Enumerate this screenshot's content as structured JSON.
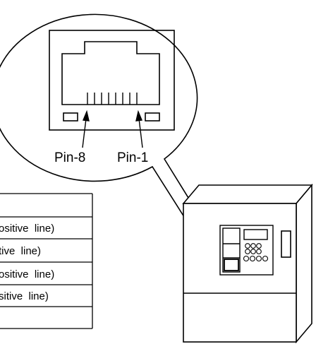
{
  "connector": {
    "pin8_label": "Pin-8",
    "pin1_label": "Pin-1"
  },
  "pin_table": {
    "rows": [
      "",
      "ositive  line)",
      "tive  line)",
      "ositive  line)",
      "sitive  line)",
      ""
    ]
  }
}
